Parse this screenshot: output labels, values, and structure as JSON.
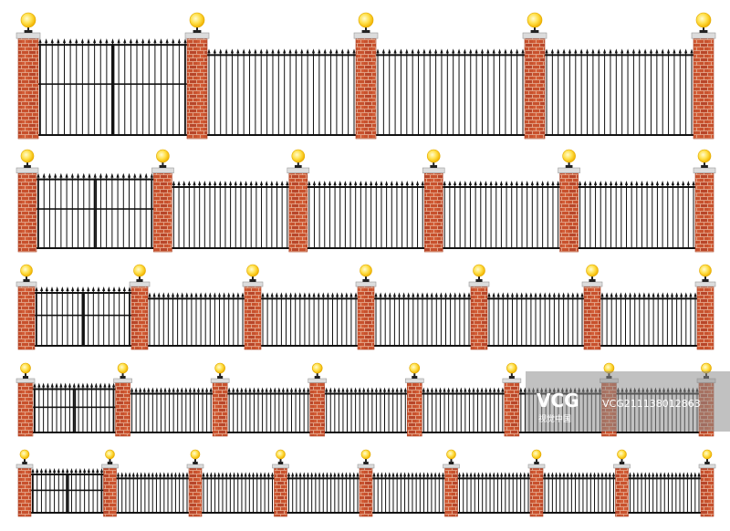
{
  "image": {
    "subject": "five rows of wrought-iron fence sections with gates between red brick pillars topped by glowing globe lamps",
    "background_color": "#ffffff"
  },
  "colors": {
    "brick": "#c8512d",
    "brick_dark": "#a83e20",
    "mortar": "#e8b59a",
    "cap": "#dcdcdc",
    "cap_shadow": "#9a9a9a",
    "iron": "#111111",
    "lamp_glow": "#ffd21a",
    "lamp_core": "#fff6b0",
    "lamp_base": "#222222"
  },
  "rows": [
    {
      "label": "row-1",
      "pillars": 5,
      "gate_leaves": 2
    },
    {
      "label": "row-2",
      "pillars": 6,
      "gate_leaves": 2
    },
    {
      "label": "row-3",
      "pillars": 7,
      "gate_leaves": 2
    },
    {
      "label": "row-4",
      "pillars": 8,
      "gate_leaves": 2
    },
    {
      "label": "row-5",
      "pillars": 9,
      "gate_leaves": 2
    }
  ],
  "watermark": {
    "brand": "VCG",
    "brand_sub": "视觉中国",
    "id_text": "VCG211138012863",
    "color": "#ffffff"
  }
}
